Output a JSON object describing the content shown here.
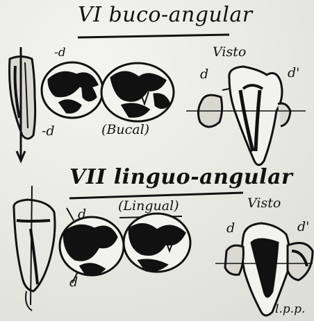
{
  "section_vi": {
    "title": "VI buco-angular",
    "label_d_top": "-d",
    "label_d_bottom": "-d",
    "caption": "(Bucal)",
    "visto": "Visto",
    "label_d_left": "d",
    "label_d_right": "d'"
  },
  "section_vii": {
    "title": "VII linguo-angular",
    "subtitle": "(Lingual)",
    "label_d_top": "d",
    "label_d_bottom": "d",
    "visto": "Visto",
    "label_d_left": "d",
    "label_d_right": "d'",
    "label_lpp": "l.p.p."
  }
}
